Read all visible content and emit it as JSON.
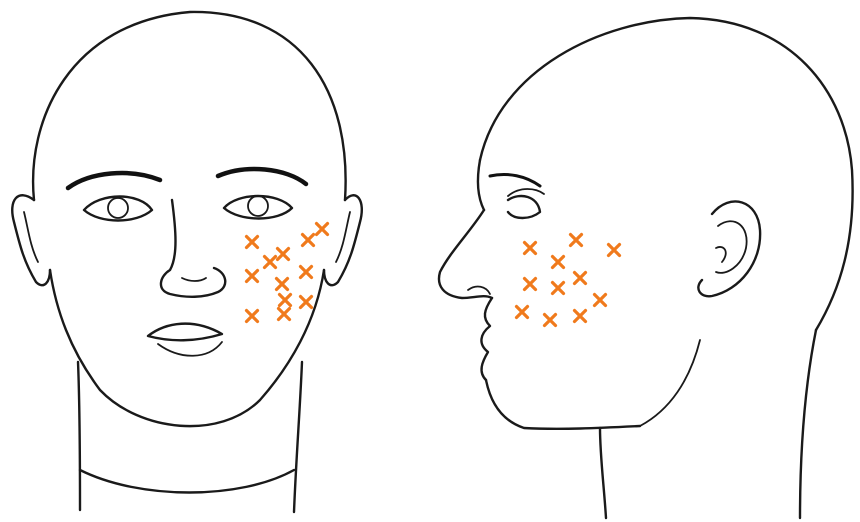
{
  "colors": {
    "outline": "#1a1a1a",
    "marker": "#f07a1c",
    "background": "#ffffff"
  },
  "marker_symbol": "x",
  "views": [
    {
      "id": "frontal",
      "marker_count": 12
    },
    {
      "id": "profile",
      "marker_count": 11
    }
  ]
}
